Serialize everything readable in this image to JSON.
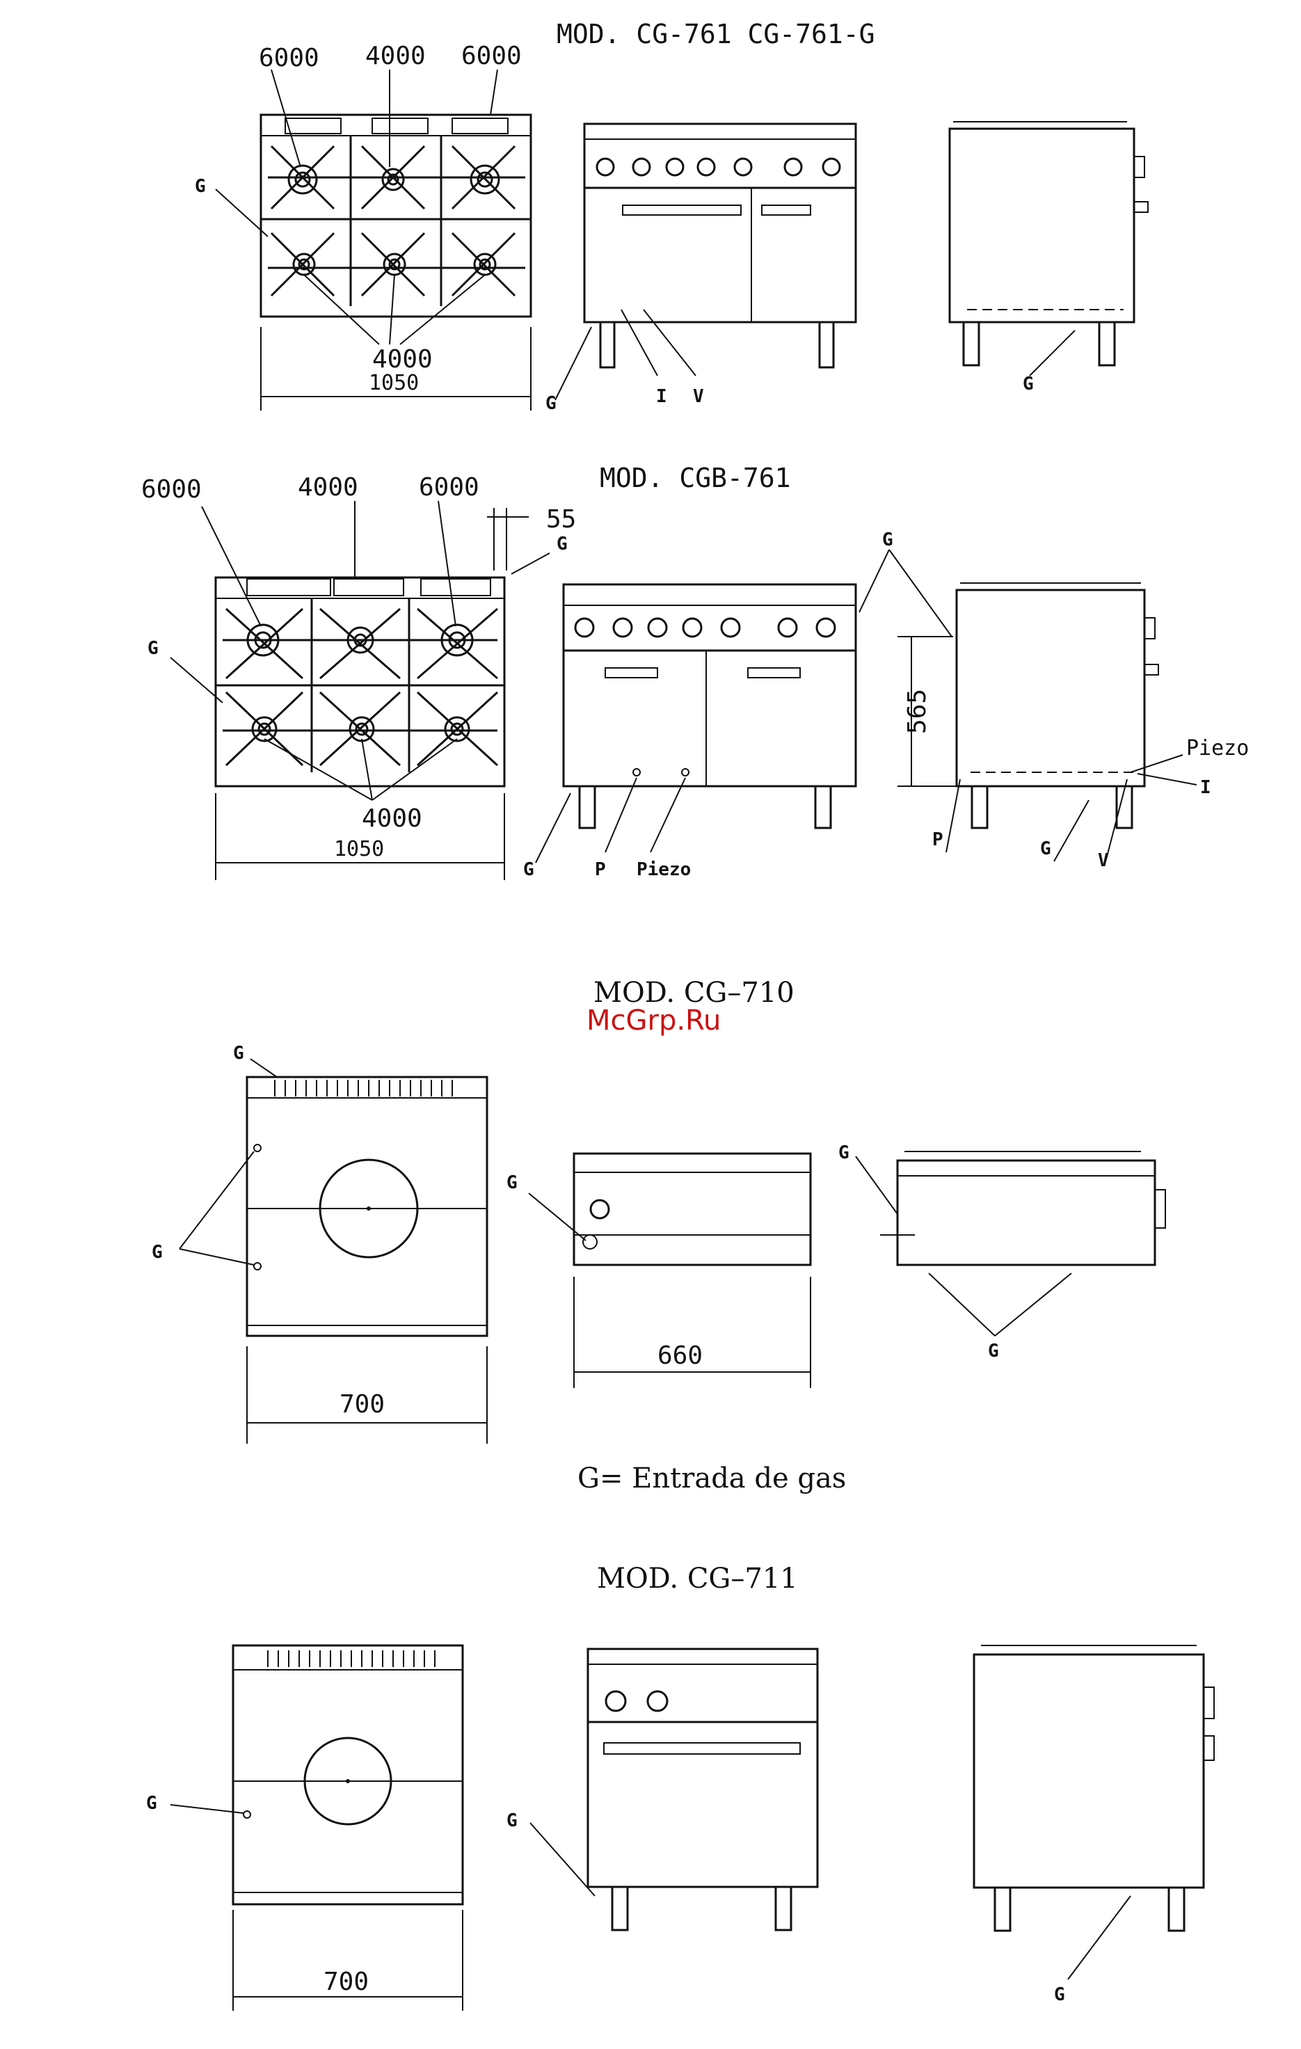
{
  "sections": [
    {
      "model": "MOD.  CG-761   CG-761-G",
      "burner_top": [
        "6000",
        "4000",
        "6000"
      ],
      "burner_bottom": "4000",
      "width": "1050",
      "labels": {
        "g": "G",
        "i": "I",
        "v": "V"
      }
    },
    {
      "model": "MOD.  CGB-761",
      "burner_top": [
        "6000",
        "4000",
        "6000"
      ],
      "burner_bottom": "4000",
      "width": "1050",
      "offset": "55",
      "height": "565",
      "labels": {
        "g": "G",
        "p": "P",
        "piezo": "Piezo",
        "i": "I",
        "v": "V"
      }
    },
    {
      "model": "MOD.  CG–710",
      "width": "700",
      "depth": "660",
      "labels": {
        "g": "G"
      }
    },
    {
      "model": "MOD.  CG–711",
      "width": "700",
      "labels": {
        "g": "G"
      }
    }
  ],
  "legend": "G= Entrada de gas",
  "watermark": "McGrp.Ru"
}
